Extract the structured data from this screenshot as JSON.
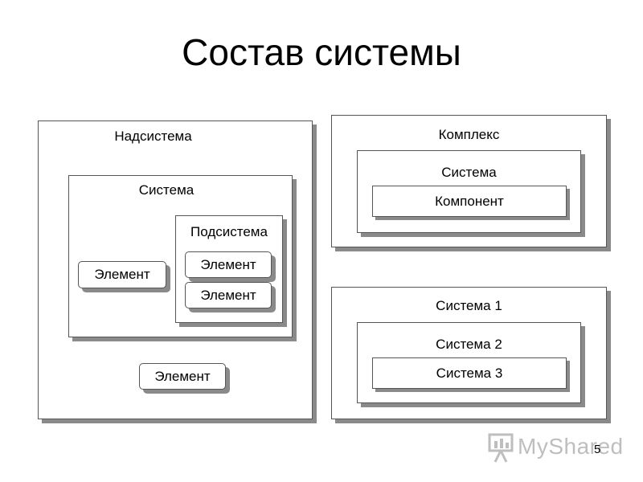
{
  "slide": {
    "title": "Состав системы",
    "page_number": "5"
  },
  "supersystem": {
    "label": "Надсистема",
    "system": {
      "label": "Система",
      "element": "Элемент",
      "subsystem": {
        "label": "Подсистема",
        "elements": [
          "Элемент",
          "Элемент"
        ]
      }
    },
    "element": "Элемент"
  },
  "complex": {
    "label": "Комплекс",
    "system": {
      "label": "Система",
      "component": "Компонент"
    }
  },
  "nested": {
    "system1": "Система 1",
    "system2": "Система 2",
    "system3": "Система 3"
  },
  "watermark": {
    "text": "MyShared",
    "icon": "presentation-board-icon"
  }
}
